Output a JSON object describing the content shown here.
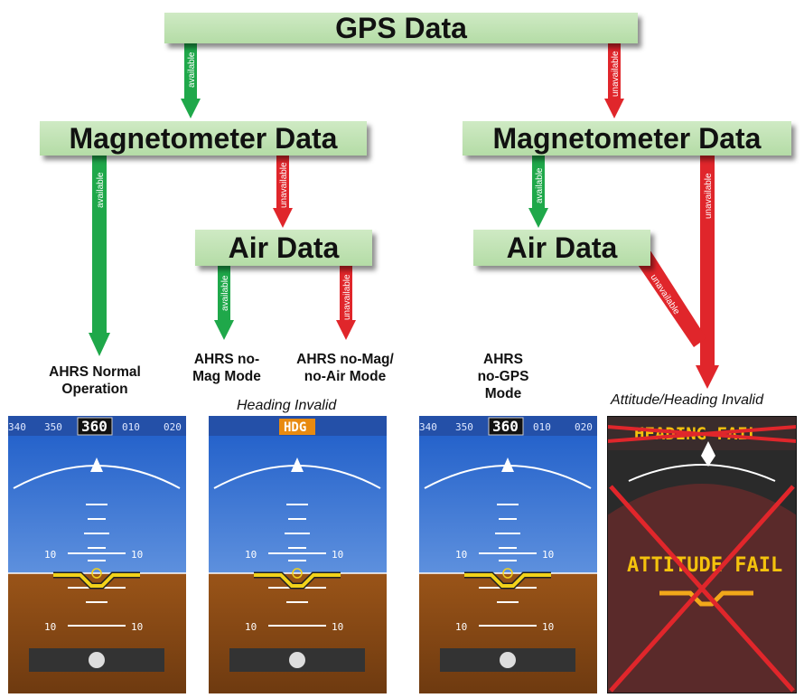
{
  "nodes": {
    "gps": "GPS Data",
    "mag_left": "Magnetometer Data",
    "mag_right": "Magnetometer Data",
    "air_left": "Air Data",
    "air_right": "Air Data"
  },
  "arrow_labels": {
    "available": "available",
    "unavailable": "unavailable"
  },
  "outcomes": {
    "normal": "AHRS Normal\nOperation",
    "no_mag": "AHRS no-\nMag Mode",
    "no_mag_no_air": "AHRS no-Mag/\nno-Air Mode",
    "no_gps": "AHRS\nno-GPS\nMode"
  },
  "captions": {
    "heading_invalid": "Heading Invalid",
    "attitude_heading_invalid": "Attitude/Heading Invalid"
  },
  "displays": {
    "headings": [
      "340",
      "350",
      "360",
      "010",
      "020"
    ],
    "hdg_flag": "HDG",
    "pitch_labels": [
      "10",
      "10",
      "10",
      "10"
    ],
    "heading_fail": "HEADING FAIL",
    "attitude_fail": "ATTITUDE FAIL"
  },
  "colors": {
    "available_arrow": "#1fa84a",
    "unavailable_arrow": "#e0262b",
    "node_fill": "#c4e3b8",
    "sky": "#2f6ed4",
    "ground": "#8c4a17",
    "fail_red": "#e0262b",
    "fail_text": "#f4c20d"
  }
}
